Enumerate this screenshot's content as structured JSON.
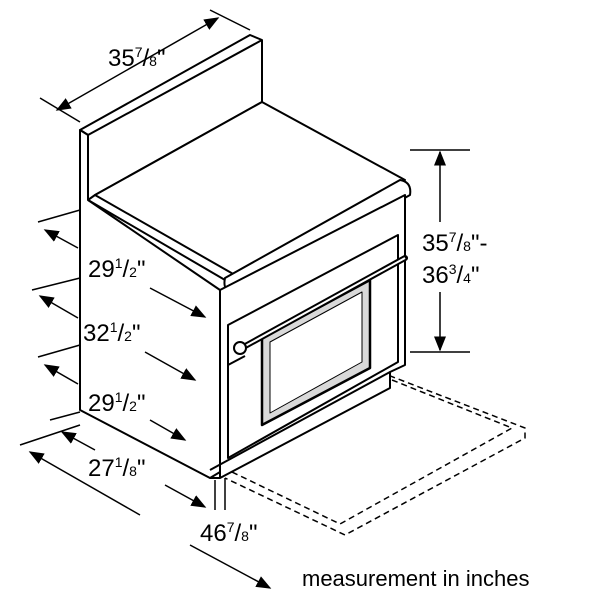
{
  "dimensions": {
    "width_top": {
      "whole": "35",
      "num": "7",
      "den": "8",
      "suffix": "\""
    },
    "height_min": {
      "whole": "35",
      "num": "7",
      "den": "8",
      "suffix": "\"-"
    },
    "height_max": {
      "whole": "36",
      "num": "3",
      "den": "4",
      "suffix": "\""
    },
    "depth_upper": {
      "whole": "29",
      "num": "1",
      "den": "2",
      "suffix": "\""
    },
    "depth_middle": {
      "whole": "32",
      "num": "1",
      "den": "2",
      "suffix": "\""
    },
    "depth_lower": {
      "whole": "29",
      "num": "1",
      "den": "2",
      "suffix": "\""
    },
    "depth_base": {
      "whole": "27",
      "num": "1",
      "den": "8",
      "suffix": "\""
    },
    "depth_total": {
      "whole": "46",
      "num": "7",
      "den": "8",
      "suffix": "\""
    }
  },
  "note": "measurement in inches",
  "colors": {
    "line": "#000000",
    "window": "#d9d9d9",
    "background": "#ffffff"
  }
}
